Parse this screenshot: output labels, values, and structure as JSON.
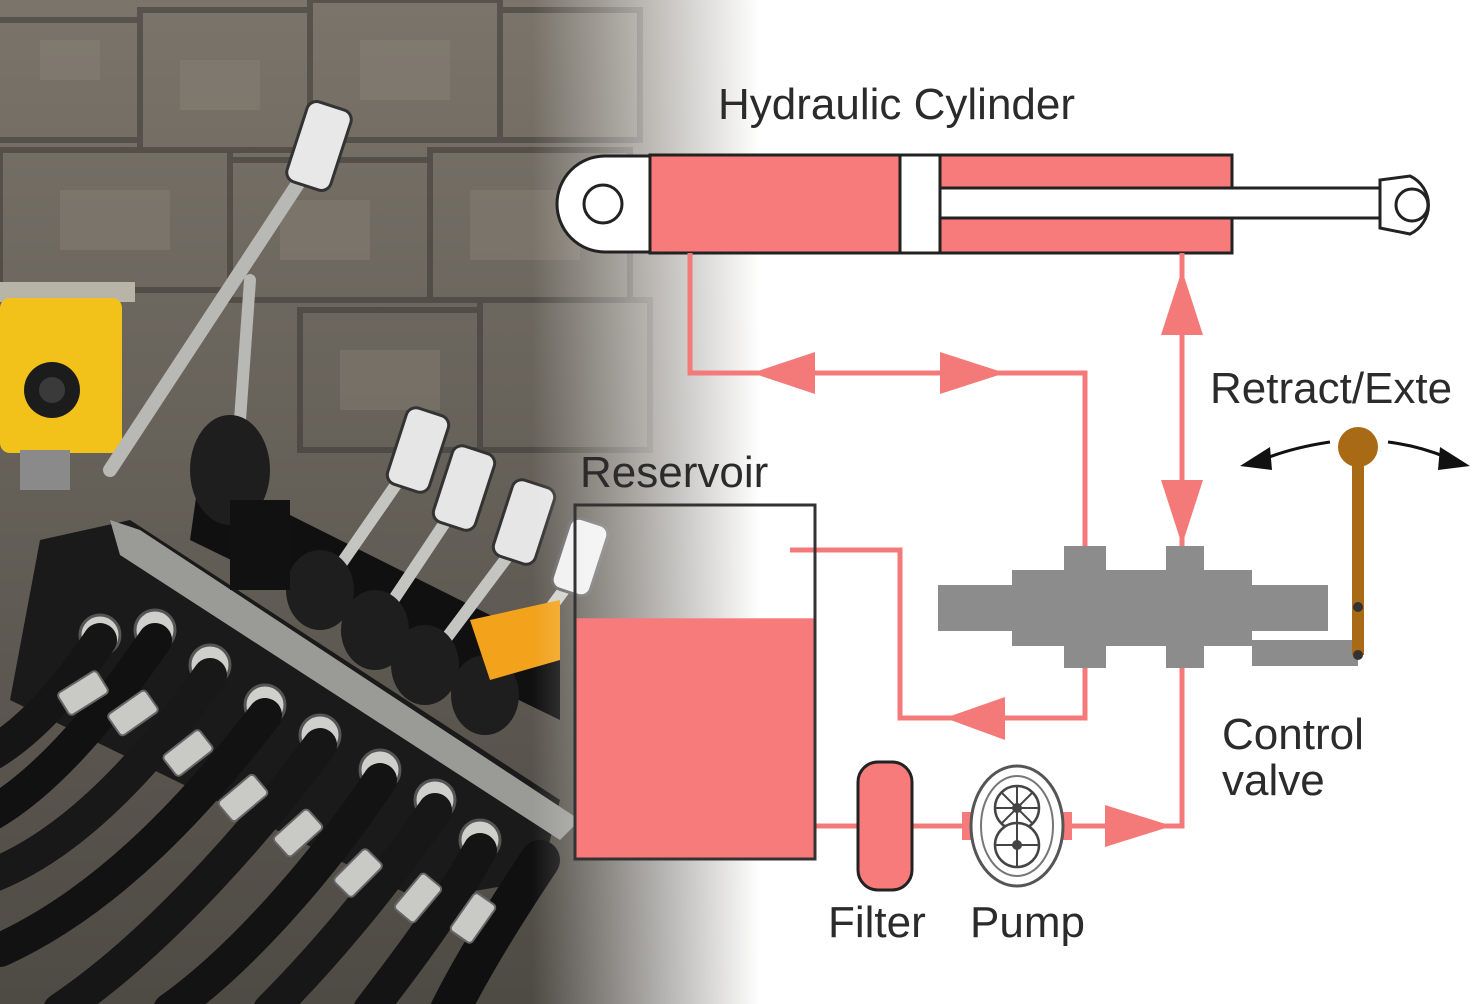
{
  "diagram": {
    "title": "Hydraulic Cylinder",
    "labels": {
      "reservoir": "Reservoir",
      "retract_extend": "Retract/Exte",
      "control_valve_line1": "Control",
      "control_valve_line2": "valve",
      "filter": "Filter",
      "pump": "Pump"
    },
    "colors": {
      "fluid": "#f77b7b",
      "fluid_line": "#f47a7a",
      "valve_body": "#8c8c8c",
      "lever": "#a86a14",
      "outline": "#222222",
      "stone": "#6e6860",
      "control_box": "#f2c21b"
    },
    "reservoir_fill_level": 0.68
  },
  "photo": {
    "subject": "hydraulic control valve bank with levers and hoses",
    "icon": "photo-hydraulic-levers"
  }
}
